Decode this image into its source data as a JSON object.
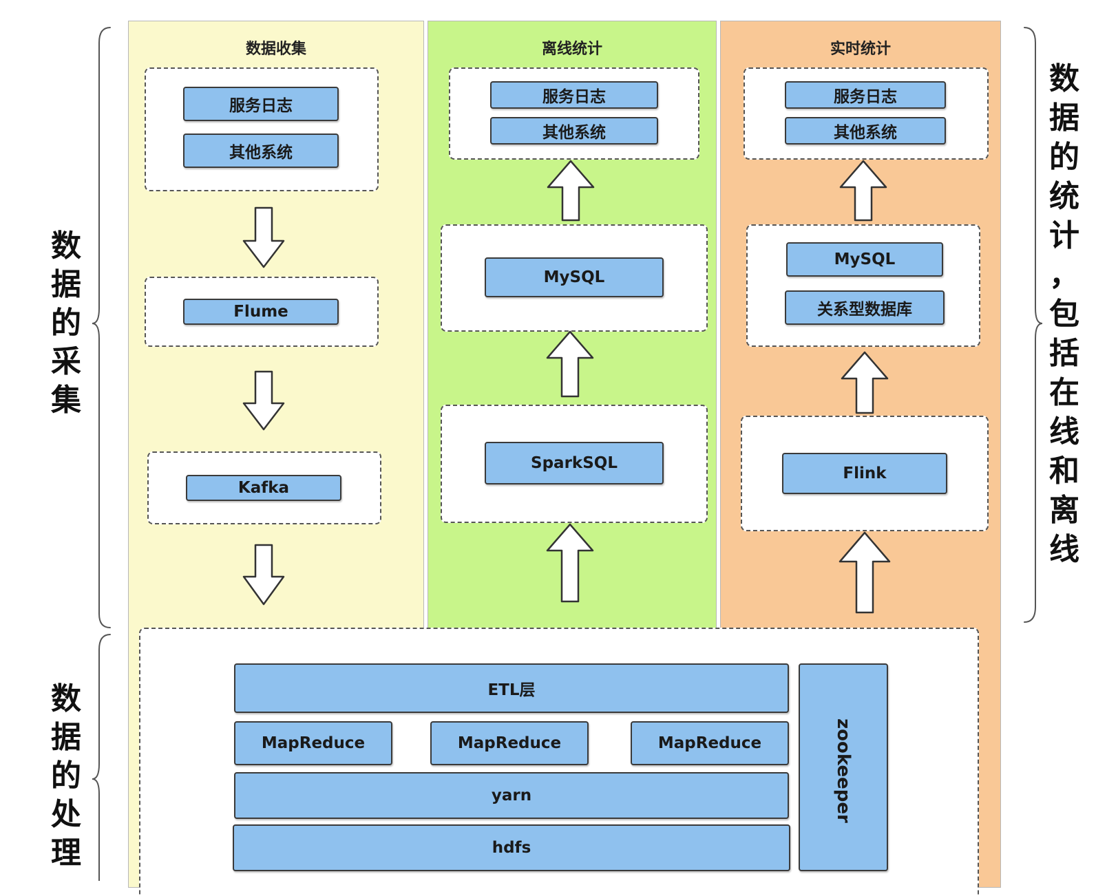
{
  "colors": {
    "collect_bg": "#fbf9cc",
    "offline_bg": "#c8f58a",
    "realtime_bg": "#f9c896",
    "box_fill": "#8fc1ee"
  },
  "left_labels": {
    "collection": [
      "数",
      "据",
      "的",
      "采",
      "集"
    ],
    "processing": [
      "数",
      "据",
      "的",
      "处",
      "理"
    ]
  },
  "right_label": [
    "数",
    "据",
    "的",
    "统",
    "计",
    "，",
    "包",
    "括",
    "在",
    "线",
    "和",
    "离",
    "线"
  ],
  "columns": {
    "collect": {
      "title": "数据收集",
      "sources": [
        "服务日志",
        "其他系统"
      ],
      "flume": "Flume",
      "kafka": "Kafka"
    },
    "offline": {
      "title": "离线统计",
      "sources": [
        "服务日志",
        "其他系统"
      ],
      "mysql": "MySQL",
      "sparksql": "SparkSQL"
    },
    "realtime": {
      "title": "实时统计",
      "sources": [
        "服务日志",
        "其他系统"
      ],
      "mysql": "MySQL",
      "rdb": "关系型数据库",
      "flink": "Flink"
    }
  },
  "processing": {
    "etl": "ETL层",
    "mapreduce": [
      "MapReduce",
      "MapReduce",
      "MapReduce"
    ],
    "yarn": "yarn",
    "hdfs": "hdfs",
    "zookeeper": "zookeeper"
  }
}
